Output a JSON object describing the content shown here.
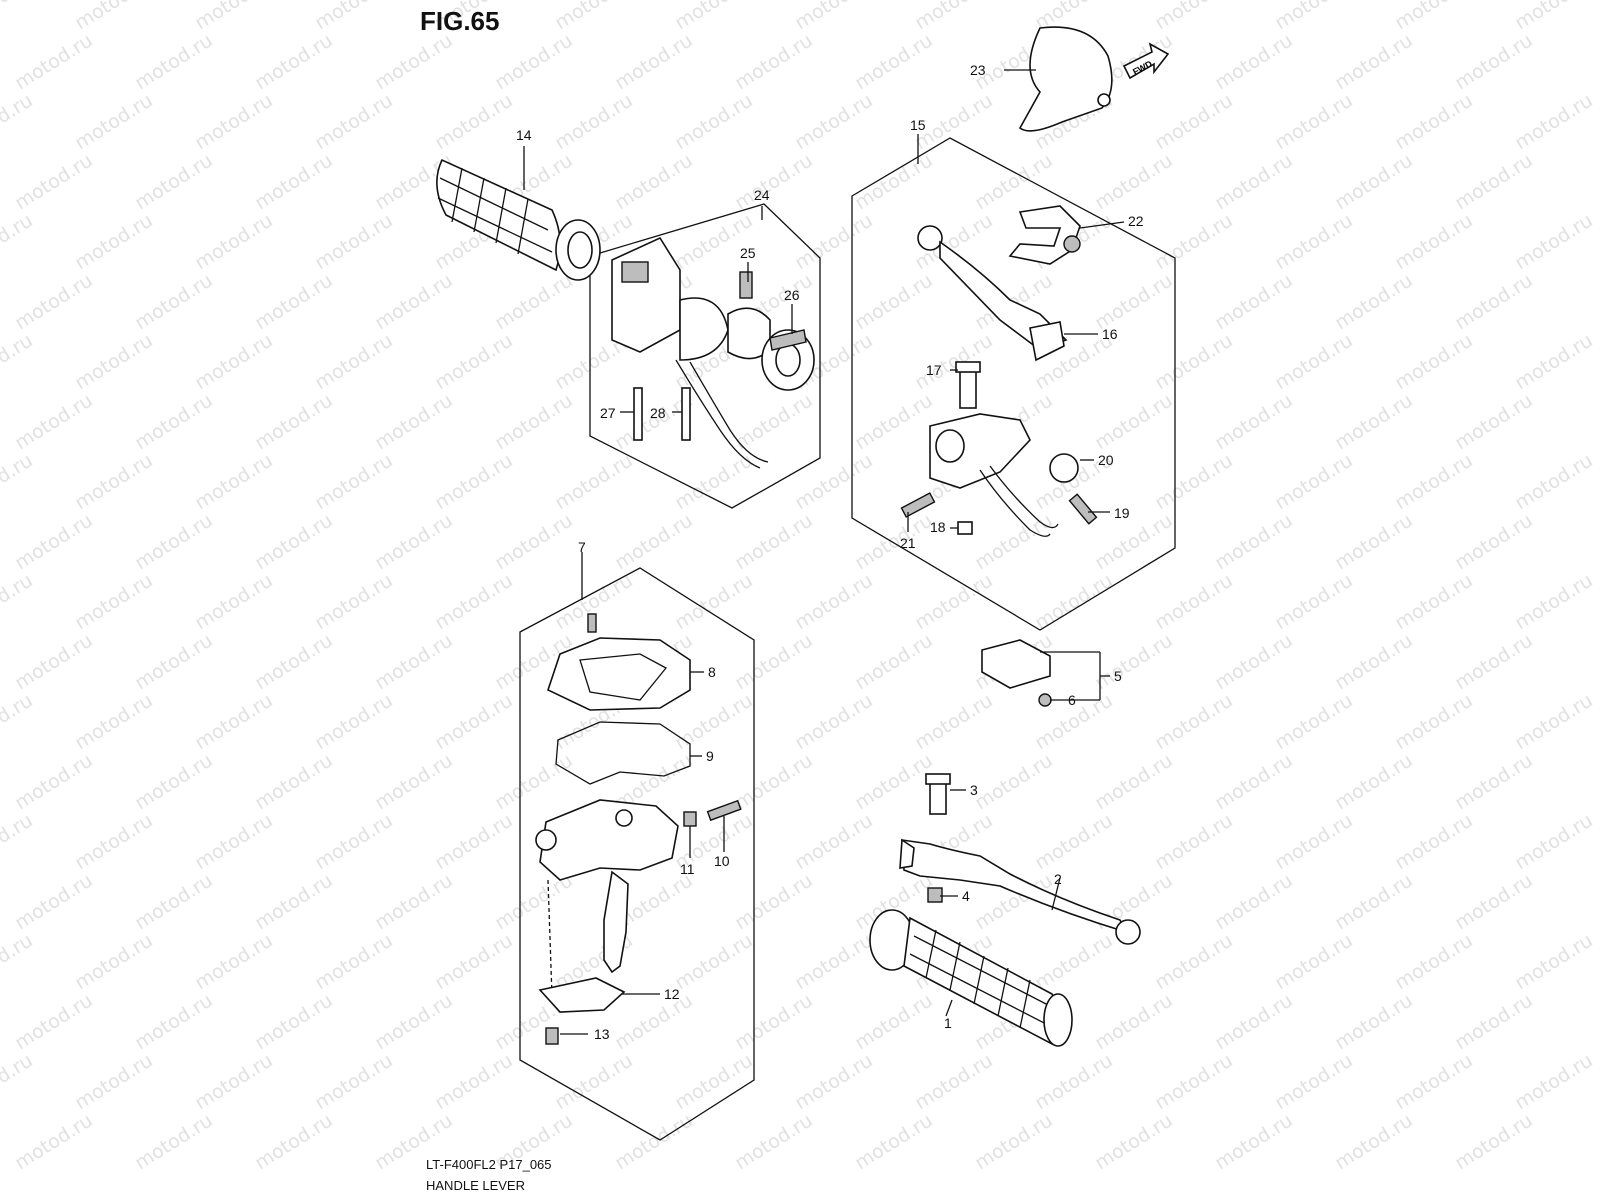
{
  "figure": {
    "title": "FIG.65",
    "model_code": "LT-F400FL2 P17_065",
    "name": "HANDLE LEVER",
    "fwd_label": "FWD",
    "watermark": "motod.ru"
  },
  "callouts": [
    {
      "id": "1",
      "label": "1"
    },
    {
      "id": "2",
      "label": "2"
    },
    {
      "id": "3",
      "label": "3"
    },
    {
      "id": "4",
      "label": "4"
    },
    {
      "id": "5",
      "label": "5"
    },
    {
      "id": "6",
      "label": "6"
    },
    {
      "id": "7",
      "label": "7"
    },
    {
      "id": "8",
      "label": "8"
    },
    {
      "id": "9",
      "label": "9"
    },
    {
      "id": "10",
      "label": "10"
    },
    {
      "id": "11",
      "label": "11"
    },
    {
      "id": "12",
      "label": "12"
    },
    {
      "id": "13",
      "label": "13"
    },
    {
      "id": "14",
      "label": "14"
    },
    {
      "id": "15",
      "label": "15"
    },
    {
      "id": "16",
      "label": "16"
    },
    {
      "id": "17",
      "label": "17"
    },
    {
      "id": "18",
      "label": "18"
    },
    {
      "id": "19",
      "label": "19"
    },
    {
      "id": "20",
      "label": "20"
    },
    {
      "id": "21",
      "label": "21"
    },
    {
      "id": "22",
      "label": "22"
    },
    {
      "id": "23",
      "label": "23"
    },
    {
      "id": "24",
      "label": "24"
    },
    {
      "id": "25",
      "label": "25"
    },
    {
      "id": "26",
      "label": "26"
    },
    {
      "id": "27",
      "label": "27"
    },
    {
      "id": "28",
      "label": "28"
    }
  ]
}
